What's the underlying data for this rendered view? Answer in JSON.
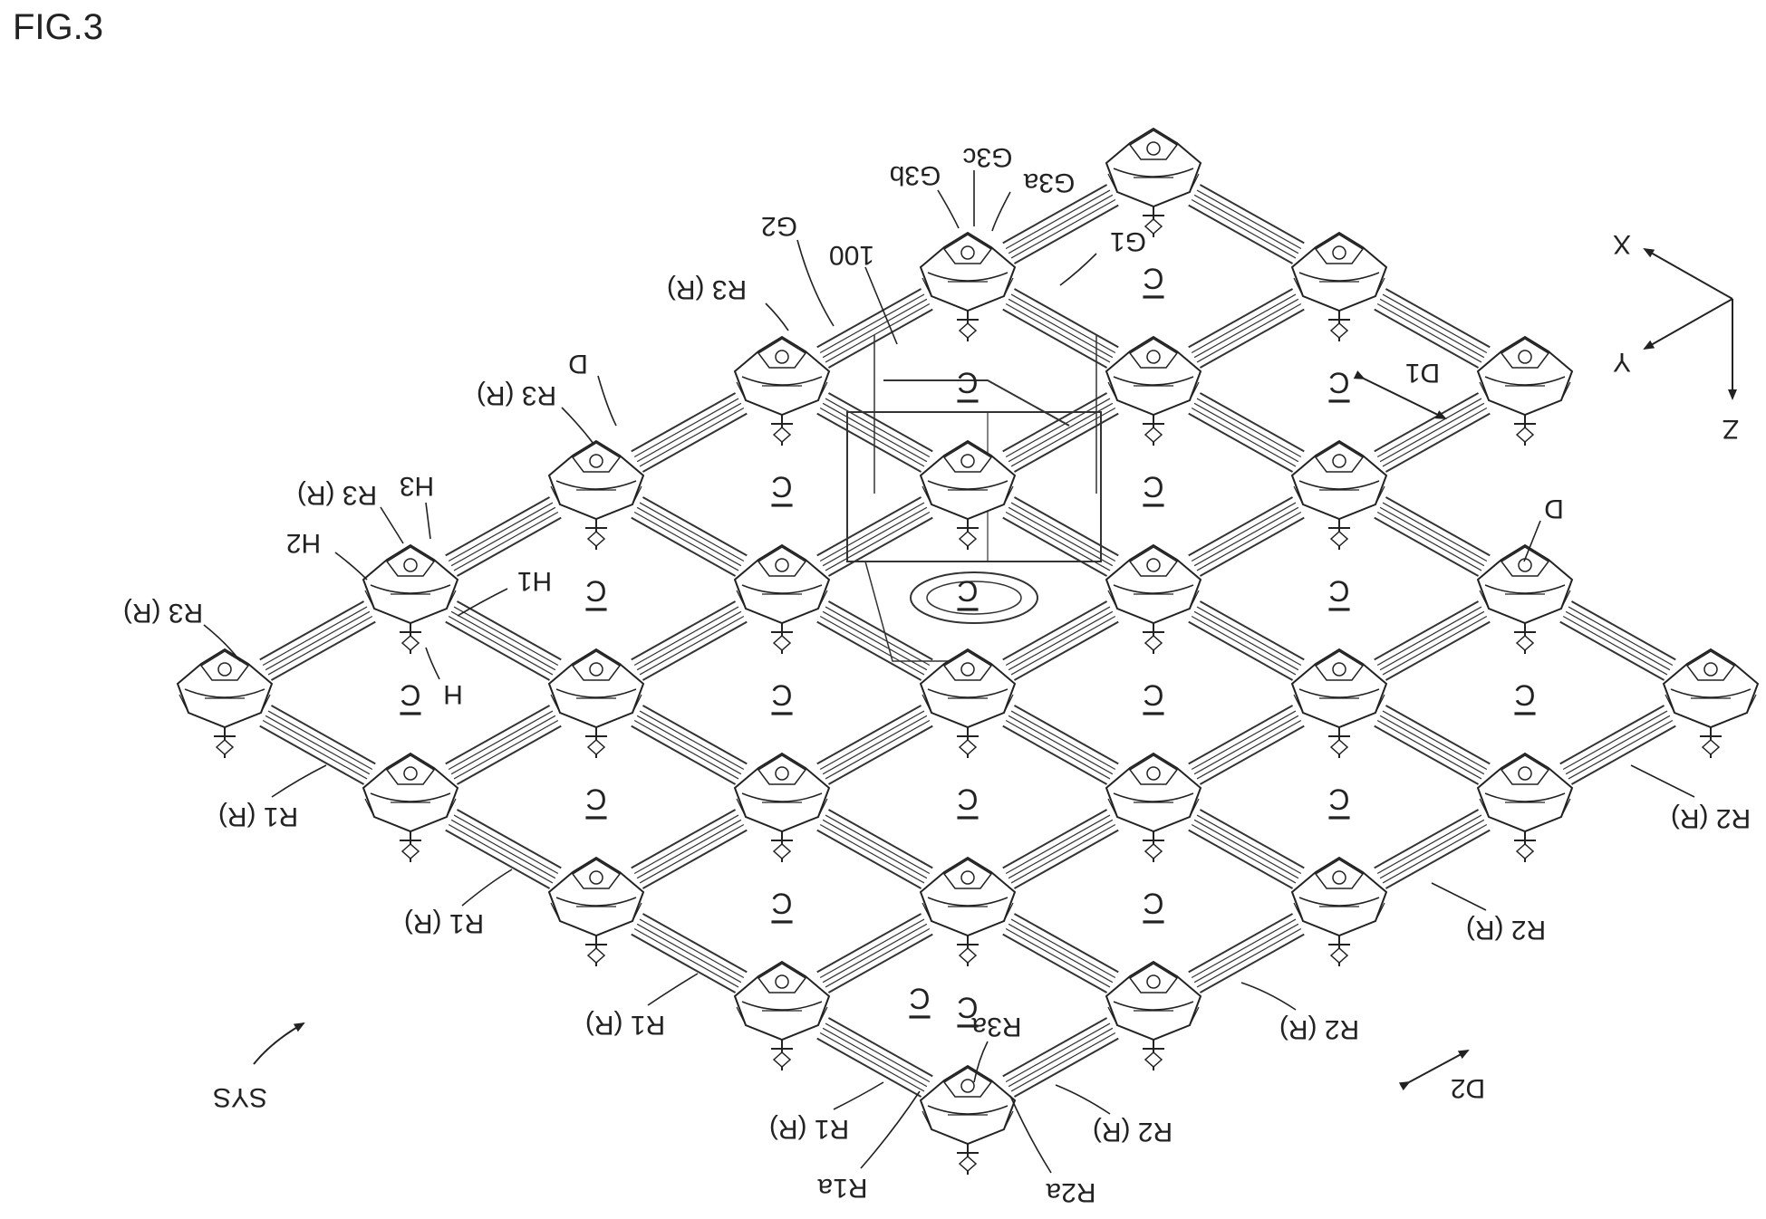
{
  "figure": {
    "title": "FIG.3"
  },
  "axes": {
    "x": "X",
    "y": "Y",
    "z": "Z"
  },
  "directions": {
    "d1": "D1",
    "d2": "D2"
  },
  "system_label": "SYS",
  "labels": {
    "g1": "G1",
    "g2": "G2",
    "g3a": "G3a",
    "g3b": "G3b",
    "g3c": "G3c",
    "ref100": "100",
    "d": "D",
    "h": "H",
    "h1": "H1",
    "h2": "H2",
    "h3": "H3",
    "r1": "R1 (R)",
    "r2": "R2 (R)",
    "r3": "R3 (R)",
    "r1a": "R1a",
    "r2a": "R2a",
    "r3a": "R3a",
    "c": "C"
  }
}
